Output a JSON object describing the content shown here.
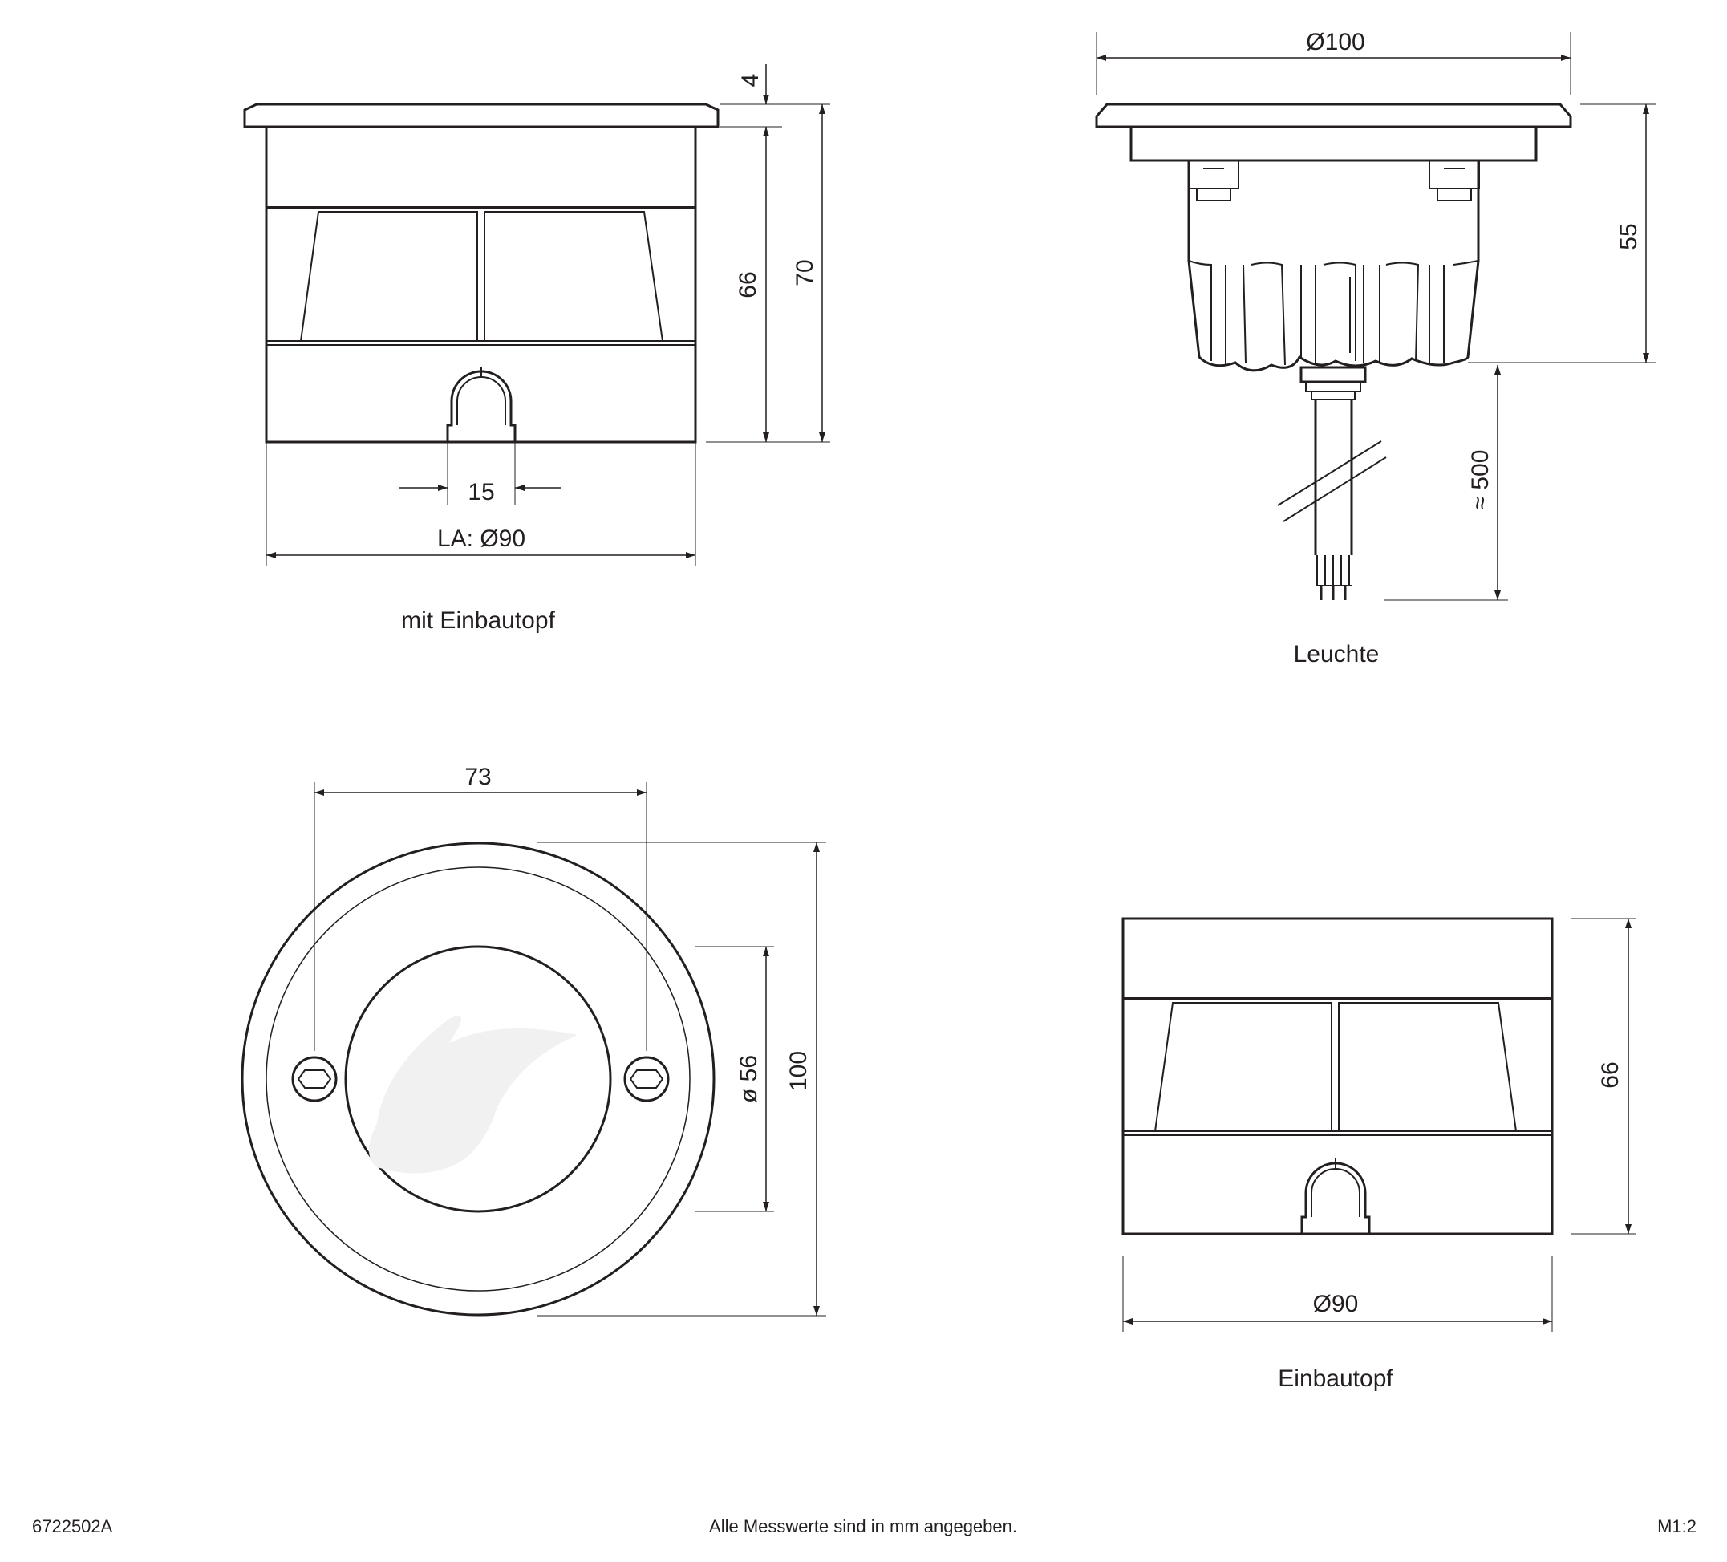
{
  "views": {
    "mit_einbautopf": {
      "caption": "mit Einbautopf",
      "dim_top": "4",
      "dim_inner_height": "66",
      "dim_total_height": "70",
      "dim_slot": "15",
      "dim_width": "LA: Ø90"
    },
    "leuchte": {
      "caption": "Leuchte",
      "dim_width": "Ø100",
      "dim_height": "55",
      "dim_cable": "≈ 500"
    },
    "top_view": {
      "dim_screw_spacing": "73",
      "dim_lens": "ø 56",
      "dim_outer": "100"
    },
    "einbautopf": {
      "caption": "Einbautopf",
      "dim_height": "66",
      "dim_width": "Ø90"
    }
  },
  "footer": {
    "article_number": "6722502A",
    "note": "Alle Messwerte sind in mm angegeben.",
    "scale": "M1:2"
  }
}
